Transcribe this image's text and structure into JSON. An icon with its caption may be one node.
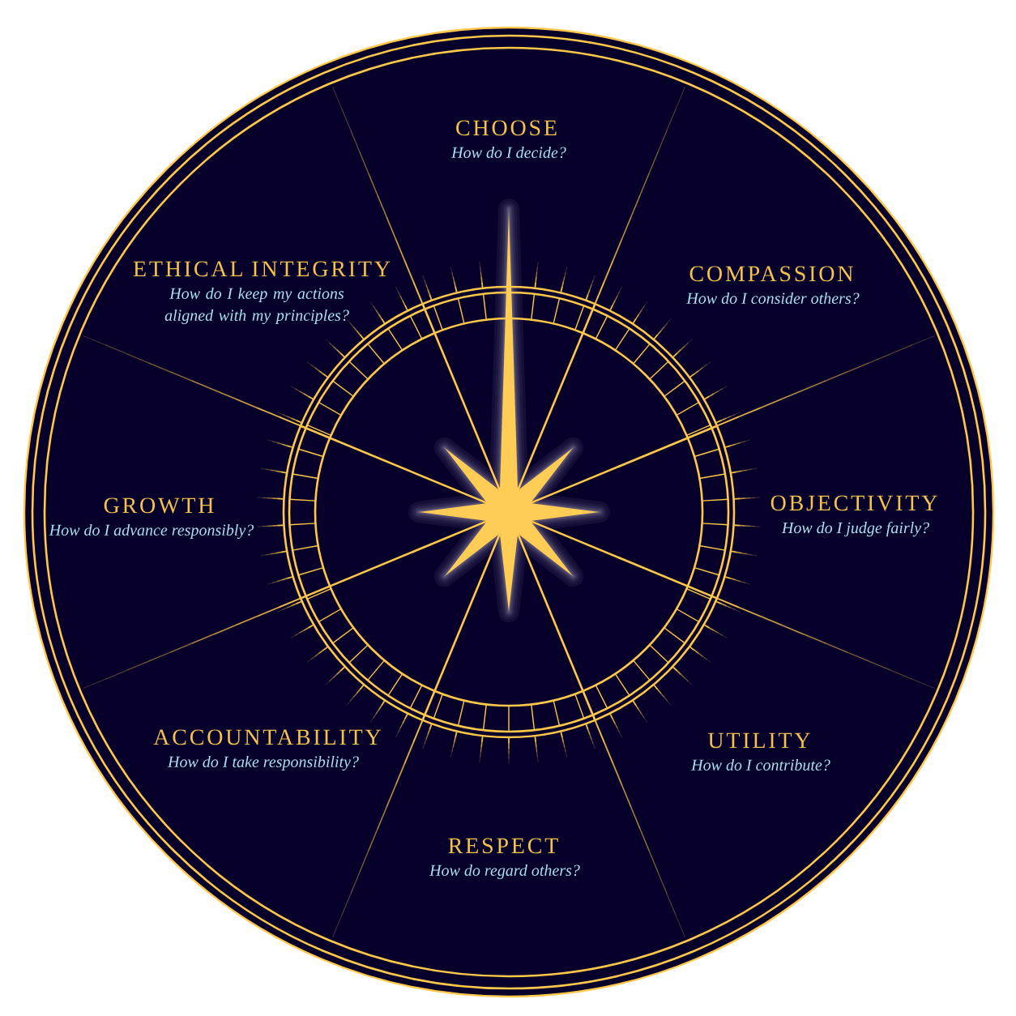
{
  "diagram": {
    "nodes": [
      {
        "text": [
          "CHOOSE",
          "How do I decide?"
        ]
      },
      {
        "text": [
          "COMPASSION",
          "How do I consider others?"
        ]
      },
      {
        "text": [
          "OBJECTIVITY",
          "How do I judge fairly?"
        ]
      },
      {
        "text": [
          "UTILITY",
          "How do I contribute?"
        ]
      },
      {
        "text": [
          "RESPECT",
          "How do regard others?"
        ]
      },
      {
        "text": [
          "ACCOUNTABILITY",
          "How do I take responsibility?"
        ]
      },
      {
        "text": [
          "GROWTH",
          "How do I advance responsibly?"
        ]
      },
      {
        "text": [
          "ETHICAL INTEGRITY",
          "How do I keep my actions aligned with my principles?"
        ]
      }
    ]
  }
}
